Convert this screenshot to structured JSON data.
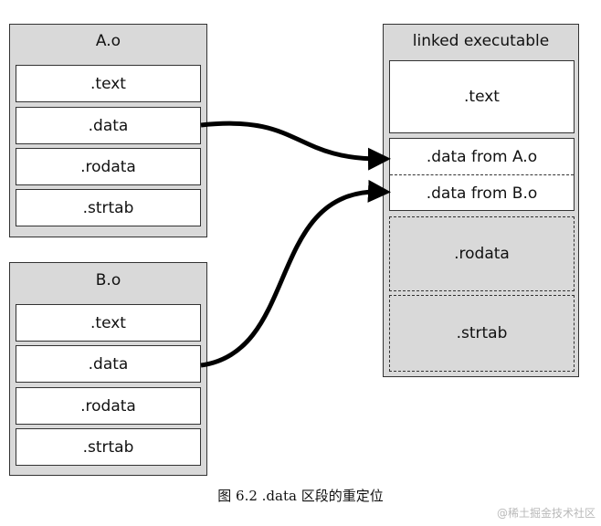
{
  "left_top": {
    "title": "A.o",
    "sections": [
      ".text",
      ".data",
      ".rodata",
      ".strtab"
    ]
  },
  "left_bottom": {
    "title": "B.o",
    "sections": [
      ".text",
      ".data",
      ".rodata",
      ".strtab"
    ]
  },
  "right": {
    "title": "linked executable",
    "text": ".text",
    "data_a": ".data from A.o",
    "data_b": ".data from B.o",
    "rodata": ".rodata",
    "strtab": ".strtab"
  },
  "caption": "图 6.2 .data 区段的重定位",
  "watermark": "@稀土掘金技术社区"
}
